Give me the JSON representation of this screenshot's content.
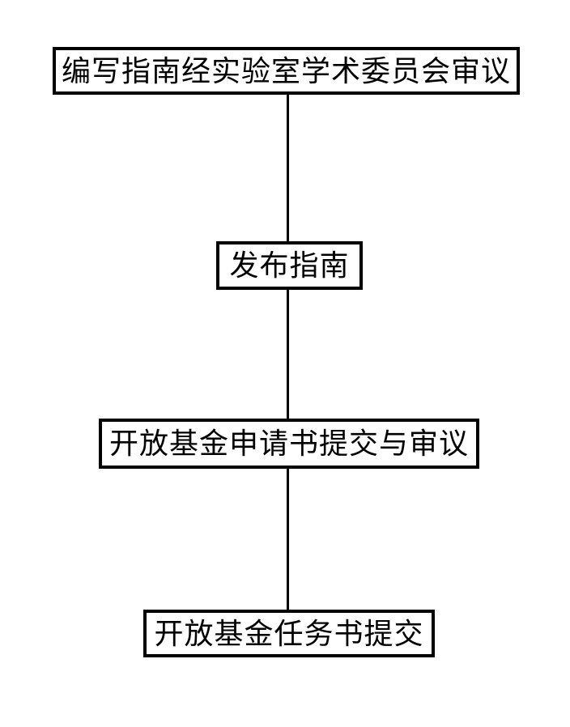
{
  "flowchart": {
    "title": "open-fund-process-flowchart",
    "colors": {
      "background": "#ffffff",
      "node_border": "#000000",
      "node_fill": "#ffffff",
      "text": "#000000",
      "connector": "#000000"
    },
    "nodes": [
      {
        "id": "step-1",
        "label": "编写指南经实验室学术委员会审议"
      },
      {
        "id": "step-2",
        "label": "发布指南"
      },
      {
        "id": "step-3",
        "label": "开放基金申请书提交与审议"
      },
      {
        "id": "step-4",
        "label": "开放基金任务书提交"
      }
    ],
    "connections": [
      {
        "from": "step-1",
        "to": "step-2",
        "style": "plain-line"
      },
      {
        "from": "step-2",
        "to": "step-3",
        "style": "plain-line"
      },
      {
        "from": "step-3",
        "to": "step-4",
        "style": "plain-line"
      }
    ]
  }
}
